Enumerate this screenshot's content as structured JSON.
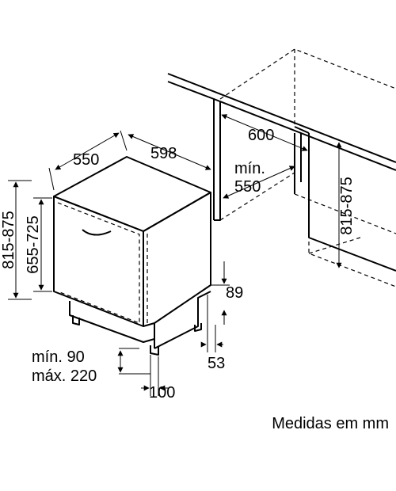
{
  "dimensions": {
    "depth": "550",
    "width": "598",
    "niche_depth": "600",
    "niche_min_label": "mín.",
    "niche_min_value": "550",
    "niche_height_range": "815-875",
    "total_height_range": "815-875",
    "door_height_range": "655-725",
    "plinth_height": "89",
    "plinth_recess": "53",
    "plinth_gap_min": "mín. 90",
    "plinth_gap_max": "máx. 220",
    "foot_offset": "100"
  },
  "caption": "Medidas em mm",
  "icons": [
    "dishwasher-outline",
    "niche-outline",
    "dimension-arrows"
  ]
}
